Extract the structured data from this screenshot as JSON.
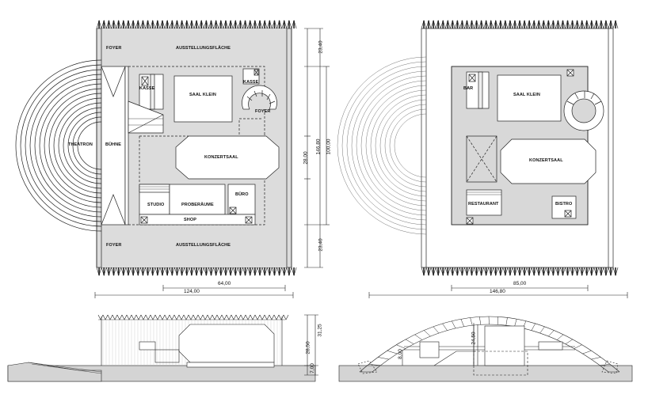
{
  "plan_left": {
    "labels": {
      "foyer_top": "FOYER",
      "ausstellung_top": "AUSSTELLUNGSFLÄCHE",
      "kasse_left": "KASSE",
      "saal_klein": "SAAL KLEIN",
      "kasse_right": "KASSE",
      "foyer_mid": "FOYER",
      "theatron": "THEATRON",
      "buehne": "BÜHNE",
      "konzertsaal": "KONZERTSAAL",
      "studio": "STUDIO",
      "proberaeume": "PROBERÄUME",
      "buero": "BÜRO",
      "shop": "SHOP",
      "foyer_bottom": "FOYER",
      "ausstellung_bottom": "AUSSTELLUNGSFLÄCHE"
    },
    "dims": {
      "top": "23,40",
      "middle": "146,80",
      "inner": "28,00",
      "bottom": "23,40",
      "width_inner": "64,00",
      "width_total": "124,00"
    }
  },
  "plan_right": {
    "labels": {
      "bar": "BAR",
      "saal_klein": "SAAL KLEIN",
      "konzertsaal": "KONZERTSAAL",
      "restaurant": "RESTAURANT",
      "bistro": "BISTRO"
    },
    "dims": {
      "depth": "100,00",
      "width_inner": "85,00",
      "width_total": "146,80"
    }
  },
  "section_left": {
    "dims": {
      "a": "31,25",
      "b": "28,50",
      "c": "7,00"
    }
  },
  "section_right": {
    "dims": {
      "a": "24,50",
      "b": "8,00"
    }
  }
}
